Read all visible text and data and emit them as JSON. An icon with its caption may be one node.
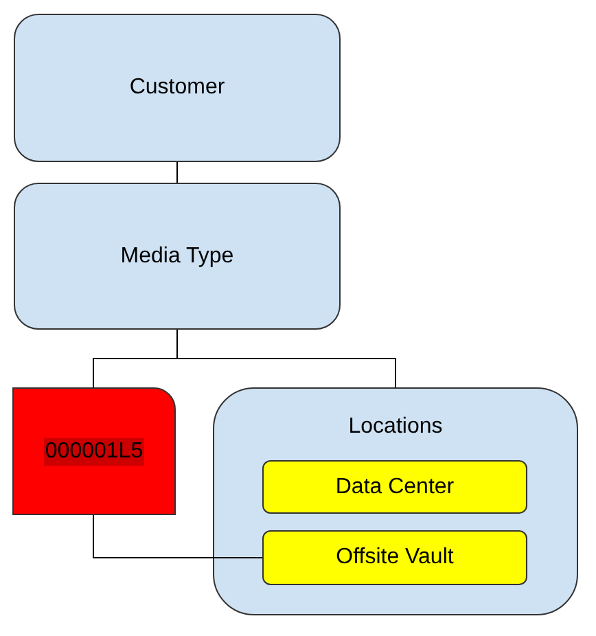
{
  "diagram": {
    "nodes": [
      {
        "text": [
          "Customer"
        ]
      },
      {
        "text": [
          "Media Type"
        ]
      },
      {
        "text": [
          "000001L5"
        ]
      },
      {
        "text": [
          "Locations"
        ]
      },
      {
        "text": [
          "Data Center"
        ],
        "in": 3
      },
      {
        "text": [
          "Offsite Vault"
        ],
        "in": 3
      }
    ],
    "edges": [
      {
        "from": 0,
        "to": 1,
        "arrow": "none"
      },
      {
        "from": 1,
        "to": 2,
        "arrow": "none"
      },
      {
        "from": 1,
        "to": 3,
        "arrow": "none"
      },
      {
        "from": 2,
        "to": 5,
        "arrow": "none"
      }
    ]
  }
}
